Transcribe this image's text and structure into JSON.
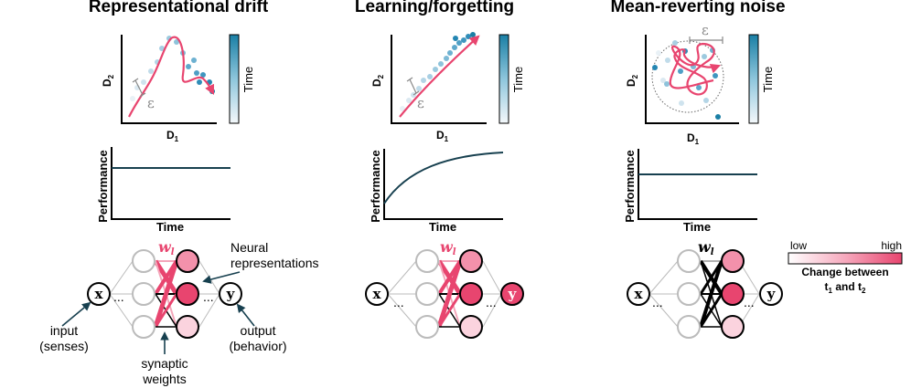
{
  "colors": {
    "accent_pink": "#e8456f",
    "trajectory_pink": "#e8456f",
    "perf_line": "#17404f",
    "teal_dark": "#1a7fa5",
    "node_gray": "#bbbbbb",
    "arrow_teal": "#17404f"
  },
  "panels": [
    {
      "title": "Representational drift",
      "scatter": {
        "xlabel": "D",
        "xsub": "1",
        "ylabel": "D",
        "ysub": "2",
        "epsilon": "ε",
        "colorbar_label": "Time"
      },
      "performance": {
        "ylabel": "Performance",
        "xlabel": "Time",
        "trend": "constant",
        "level": 0.55
      },
      "network": {
        "input_label": "x",
        "output_label": "y",
        "weight_label": "w",
        "weight_sub": "l",
        "weights_color": "pink",
        "output_changed": false,
        "hidden_levels": [
          0.5,
          1.0,
          0.2
        ]
      }
    },
    {
      "title": "Learning/forgetting",
      "scatter": {
        "xlabel": "D",
        "xsub": "1",
        "ylabel": "D",
        "ysub": "2",
        "epsilon": "ε",
        "colorbar_label": "Time"
      },
      "performance": {
        "ylabel": "Performance",
        "xlabel": "Time",
        "trend": "increasing",
        "level": 0.9
      },
      "network": {
        "input_label": "x",
        "output_label": "y",
        "weight_label": "w",
        "weight_sub": "l",
        "weights_color": "pink",
        "output_changed": true,
        "hidden_levels": [
          0.5,
          1.0,
          0.2
        ]
      }
    },
    {
      "title": "Mean-reverting noise",
      "scatter": {
        "xlabel": "D",
        "xsub": "1",
        "ylabel": "D",
        "ysub": "2",
        "epsilon": "ε",
        "colorbar_label": "Time"
      },
      "performance": {
        "ylabel": "Performance",
        "xlabel": "Time",
        "trend": "constant",
        "level": 0.55
      },
      "network": {
        "input_label": "x",
        "output_label": "y",
        "weight_label": "w",
        "weight_sub": "l",
        "weights_color": "black",
        "output_changed": false,
        "hidden_levels": [
          0.5,
          1.0,
          0.2
        ]
      }
    }
  ],
  "annotations": {
    "neural_representations": [
      "Neural",
      "representations"
    ],
    "input": [
      "input",
      "(senses)"
    ],
    "synaptic_weights": [
      "synaptic",
      "weights"
    ],
    "output": [
      "output",
      "(behavior)"
    ]
  },
  "legend": {
    "low": "low",
    "high": "high",
    "title_line1": "Change between",
    "t1": "t",
    "t1_sub": "1",
    "and": "and",
    "t2": "t",
    "t2_sub": "2"
  },
  "ellipsis": "..."
}
